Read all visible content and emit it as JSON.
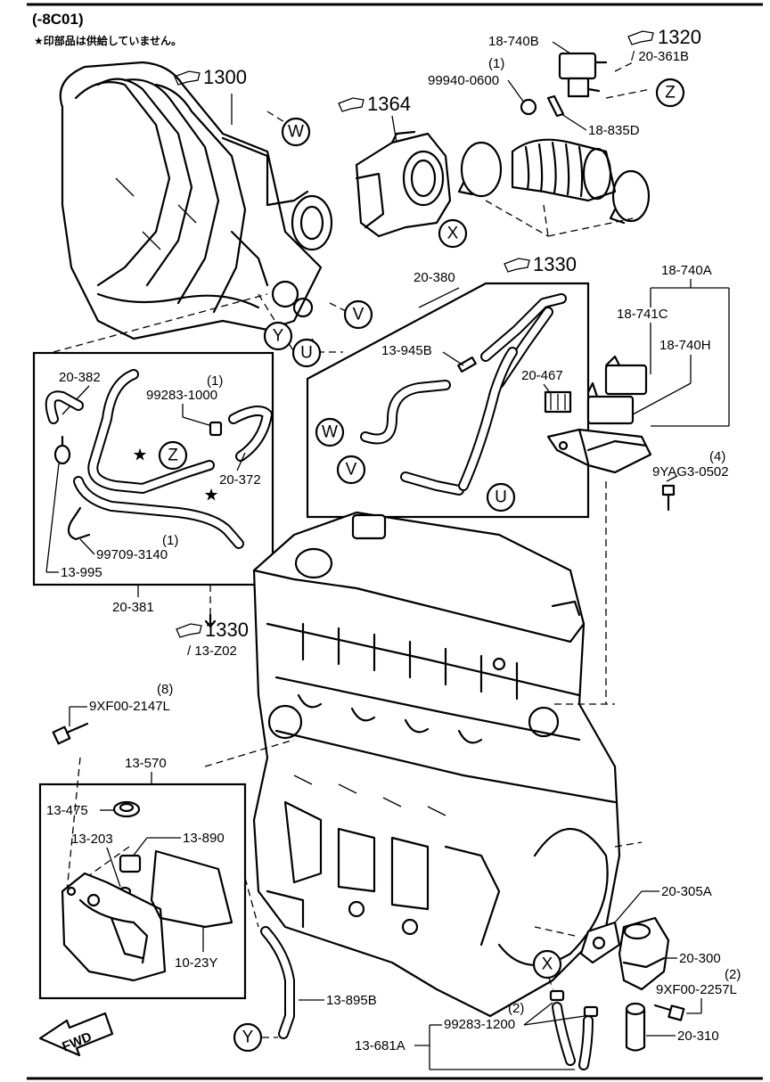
{
  "header": {
    "code": "(-8C01)",
    "note": "★印部品は供給していません。"
  },
  "refs": {
    "r1300": "1300",
    "r1364": "1364",
    "r1320": "1320",
    "r1320_sub": "/ 20-361B",
    "r1330a": "1330",
    "r1330b": "1330",
    "r1330b_sub": "/ 13-Z02"
  },
  "letters": {
    "W1": "W",
    "W2": "W",
    "X1": "X",
    "X2": "X",
    "Y1": "Y",
    "Y2": "Y",
    "Z1": "Z",
    "Z2": "Z",
    "U1": "U",
    "U2": "U",
    "V1": "V",
    "V2": "V"
  },
  "labels": {
    "l18_740B": "18-740B",
    "l99940_q": "(1)",
    "l99940": "99940-0600",
    "l18_835D": "18-835D",
    "l20_380": "20-380",
    "l18_740A": "18-740A",
    "l18_741C": "18-741C",
    "l18_740H": "18-740H",
    "l13_945B": "13-945B",
    "l20_467": "20-467",
    "l9YAG3_q": "(4)",
    "l9YAG3": "9YAG3-0502",
    "l20_382": "20-382",
    "l99283_1000_q": "(1)",
    "l99283_1000": "99283-1000",
    "l20_372": "20-372",
    "l99709_q": "(1)",
    "l99709": "99709-3140",
    "l13_995": "13-995",
    "l20_381": "20-381",
    "l9XF00_2147_q": "(8)",
    "l9XF00_2147": "9XF00-2147L",
    "l13_570": "13-570",
    "l13_475": "13-475",
    "l13_203": "13-203",
    "l13_890": "13-890",
    "l10_23Y": "10-23Y",
    "l13_895B": "13-895B",
    "l20_305A": "20-305A",
    "l20_300": "20-300",
    "l9XF00_2257_q": "(2)",
    "l9XF00_2257": "9XF00-2257L",
    "l99283_1200_q": "(2)",
    "l99283_1200": "99283-1200",
    "l13_681A": "13-681A",
    "l20_310": "20-310",
    "fwd": "FWD"
  }
}
